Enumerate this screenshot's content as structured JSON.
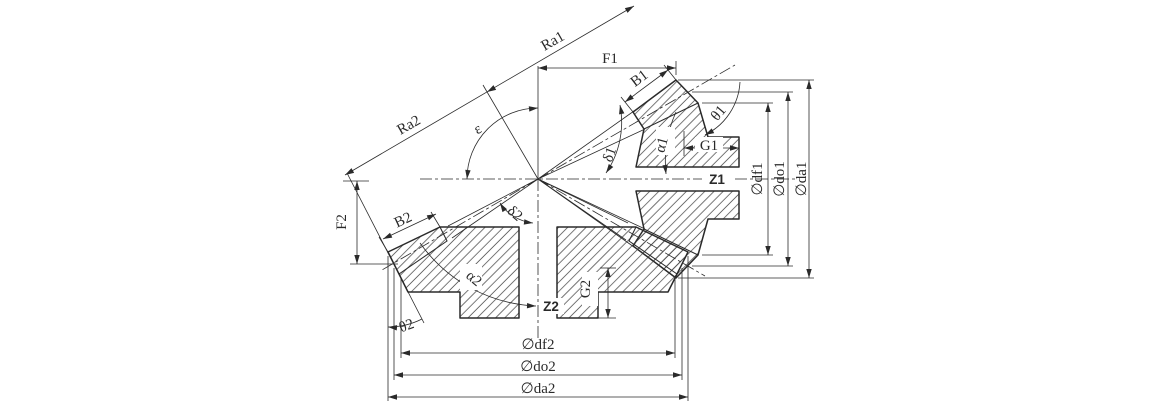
{
  "drawing": {
    "type": "bevel-gear-pair-dimension-diagram",
    "colors": {
      "line": "#2a2a2a",
      "background": "#ffffff"
    },
    "labels": {
      "ra1": "Ra1",
      "ra2": "Ra2",
      "f1": "F1",
      "f2": "F2",
      "b1": "B1",
      "b2": "B2",
      "epsilon": "ε",
      "delta1": "δ1",
      "delta2": "δ2",
      "alpha1": "α1",
      "alpha2": "α2",
      "theta1": "θ1",
      "theta2": "θ2",
      "g1": "G1",
      "g2": "G2",
      "z1": "Z1",
      "z2": "Z2",
      "df1": "∅df1",
      "do1": "∅do1",
      "da1": "∅da1",
      "df2": "∅df2",
      "do2": "∅do2",
      "da2": "∅da2"
    }
  }
}
